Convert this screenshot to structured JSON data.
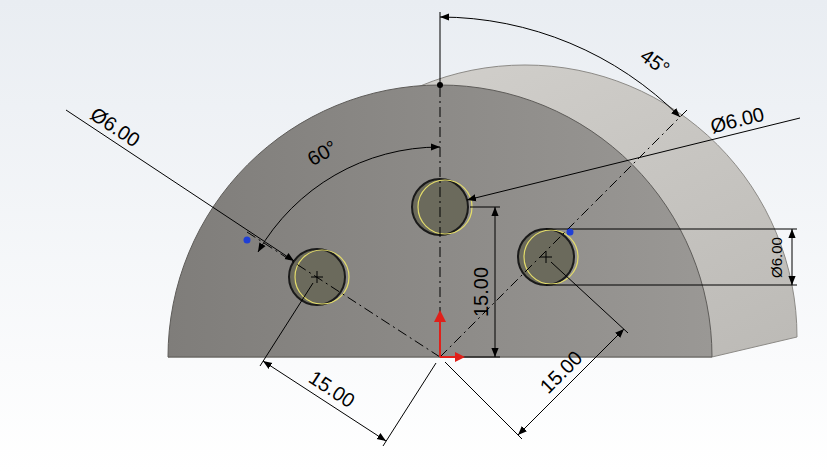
{
  "diagram": {
    "labels": [
      "45°",
      "60°",
      "Ø6.00",
      "Ø6.00",
      "Ø6.00",
      "15.00",
      "15.00",
      "15.00"
    ]
  }
}
